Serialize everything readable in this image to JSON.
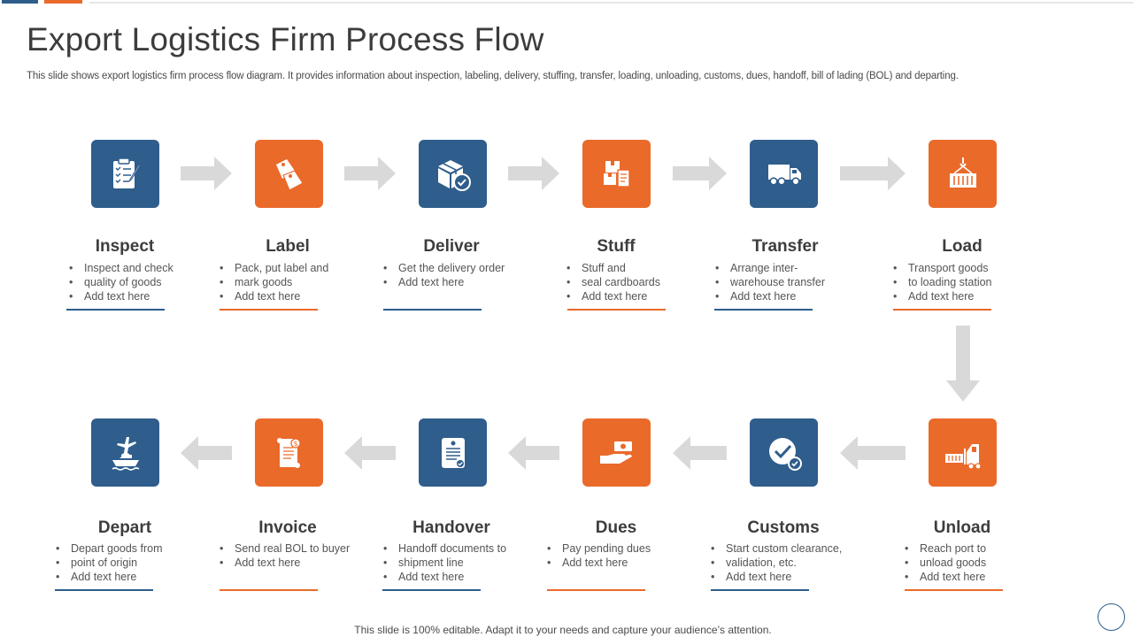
{
  "title": "Export Logistics Firm Process Flow",
  "subtitle": "This slide shows export logistics firm process flow diagram. It provides information about inspection, labeling, delivery, stuffing, transfer, loading, unloading, customs, dues, handoff, bill of lading (BOL) and departing.",
  "footer": "This slide is 100% editable. Adapt it to your needs and capture your audience’s attention.",
  "colors": {
    "blue": "#2f5d8c",
    "orange": "#ea6a2a",
    "arrow": "#d9d9d9"
  },
  "steps": [
    {
      "title": "Inspect",
      "icon": "clipboard-checklist-icon",
      "color": "blue",
      "bullets": [
        "Inspect and check",
        "quality of goods",
        "Add text here"
      ]
    },
    {
      "title": "Label",
      "icon": "price-tags-icon",
      "color": "orange",
      "bullets": [
        "Pack, put label and",
        "mark goods",
        "Add text here"
      ]
    },
    {
      "title": "Deliver",
      "icon": "package-check-icon",
      "color": "blue",
      "bullets": [
        "Get the delivery  order",
        "Add text here"
      ]
    },
    {
      "title": "Stuff",
      "icon": "boxes-clipboard-icon",
      "color": "orange",
      "bullets": [
        "Stuff and",
        "seal cardboards",
        "Add text here"
      ]
    },
    {
      "title": "Transfer",
      "icon": "truck-icon",
      "color": "blue",
      "bullets": [
        "Arrange  inter-",
        "warehouse  transfer",
        "Add text here"
      ]
    },
    {
      "title": "Load",
      "icon": "crane-container-icon",
      "color": "orange",
      "bullets": [
        "Transport  goods",
        "to loading station",
        "Add text here"
      ]
    },
    {
      "title": "Unload",
      "icon": "forklift-container-icon",
      "color": "orange",
      "bullets": [
        "Reach port to",
        "unload goods",
        "Add text here"
      ]
    },
    {
      "title": "Customs",
      "icon": "check-badge-icon",
      "color": "blue",
      "bullets": [
        "Start custom clearance,",
        "validation,  etc.",
        "Add text here"
      ]
    },
    {
      "title": "Dues",
      "icon": "hand-money-icon",
      "color": "orange",
      "bullets": [
        "Pay pending  dues",
        "Add text here"
      ]
    },
    {
      "title": "Handover",
      "icon": "document-seal-icon",
      "color": "blue",
      "bullets": [
        "Handoff  documents to",
        "shipment line",
        "Add text here"
      ]
    },
    {
      "title": "Invoice",
      "icon": "invoice-scroll-icon",
      "color": "orange",
      "bullets": [
        "Send real BOL to buyer",
        "Add text here"
      ]
    },
    {
      "title": "Depart",
      "icon": "plane-ship-icon",
      "color": "blue",
      "bullets": [
        "Depart goods from",
        "point of origin",
        "Add text here"
      ]
    }
  ]
}
